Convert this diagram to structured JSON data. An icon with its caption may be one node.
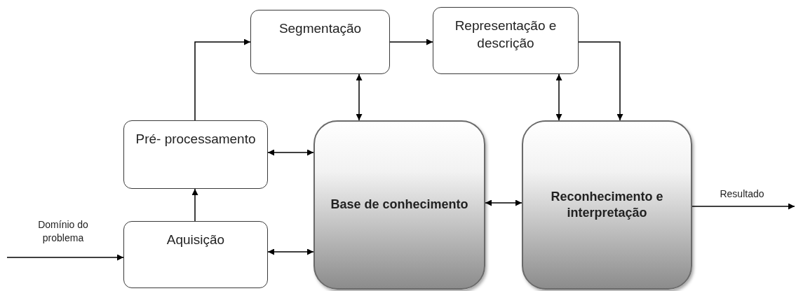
{
  "diagram": {
    "nodes": [
      {
        "text": [
          "Segmentação"
        ]
      },
      {
        "text": [
          "Representação e descrição"
        ]
      },
      {
        "text": [
          "Pré- processamento"
        ]
      },
      {
        "text": [
          "Aquisição"
        ]
      },
      {
        "text": [
          "Base de conhecimento"
        ]
      },
      {
        "text": [
          "Reconhecimento e interpretação"
        ]
      }
    ],
    "edges": [
      {
        "from": null,
        "to": 3,
        "arrow": "to",
        "label": "Domínio do problema"
      },
      {
        "from": 3,
        "to": 2,
        "arrow": "to"
      },
      {
        "from": 2,
        "to": 0,
        "arrow": "to"
      },
      {
        "from": 0,
        "to": 1,
        "arrow": "to"
      },
      {
        "from": 1,
        "to": 5,
        "arrow": "to"
      },
      {
        "from": 0,
        "to": 4,
        "arrow": "both"
      },
      {
        "from": 1,
        "to": 5,
        "arrow": "both"
      },
      {
        "from": 2,
        "to": 4,
        "arrow": "both"
      },
      {
        "from": 3,
        "to": 4,
        "arrow": "both"
      },
      {
        "from": 4,
        "to": 5,
        "arrow": "both"
      },
      {
        "from": 5,
        "to": null,
        "arrow": "to",
        "label": "Resultado"
      }
    ]
  }
}
